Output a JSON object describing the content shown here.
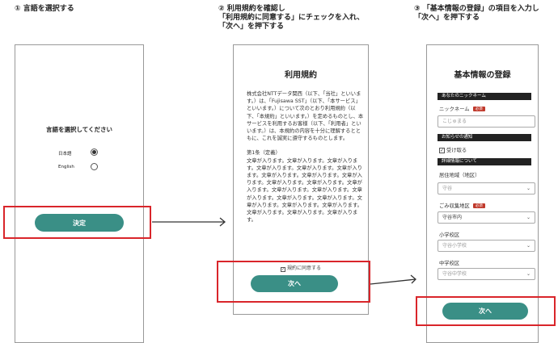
{
  "steps": [
    {
      "num": "①",
      "text": "言語を選択する"
    },
    {
      "num": "②",
      "text": "利用規約を確認し\n「利用規約に同意する」にチェックを入れ、\n「次へ」を押下する"
    },
    {
      "num": "③",
      "text": "「基本情報の登録」の項目を入力し\n「次へ」を押下する"
    }
  ],
  "screen1": {
    "prompt": "言語を選択してください",
    "options": [
      {
        "label": "日本語",
        "selected": true
      },
      {
        "label": "English",
        "selected": false
      }
    ],
    "button": "決定"
  },
  "screen2": {
    "title": "利用規約",
    "intro": "株式会社NTTデータ関西（以下、「当社」といいます。）は、「Fujisawa SST」（以下、「本サービス」といいます。）について次のとおり利用規約（以下、「本規約」といいます。）を定めるものとし、本サービスを利用するお客様（以下、「利用者」といいます。）は、本規約の内容を十分に理解するとともに、これを誠実に遵守するものとします。",
    "article": "第1条（定義）",
    "body": "文章が入ります。文章が入ります。文章が入ります。文章が入ります。文章が入ります。文章が入ります。文章が入ります。文章が入ります。文章が入ります。文章が入ります。文章が入ります。文章が入ります。文章が入ります。文章が入ります。文章が入ります。文章が入ります。文章が入ります。文章が入ります。文章が入ります。文章が入ります。文章が入ります。文章が入ります。文章が入ります。",
    "agree": "規約に同意する",
    "button": "次へ"
  },
  "screen3": {
    "title": "基本情報の登録",
    "section_nickname": "あなたのニックネーム",
    "nickname_label": "ニックネーム",
    "required": "必須",
    "nickname_placeholder": "こじゅまる",
    "section_notice": "お知らせの通知",
    "receive": "受け取る",
    "section_detail": "詳細情報について",
    "area_label": "居住地域（地区）",
    "area_value": "守谷",
    "garbage_label": "ごみ収集地区",
    "garbage_value": "守谷市内",
    "elem_label": "小学校区",
    "elem_value": "守谷小学校",
    "junior_label": "中学校区",
    "junior_value": "守谷中学校",
    "button": "次へ"
  },
  "colors": {
    "accent": "#3a8f86",
    "highlight": "#d9252a"
  }
}
